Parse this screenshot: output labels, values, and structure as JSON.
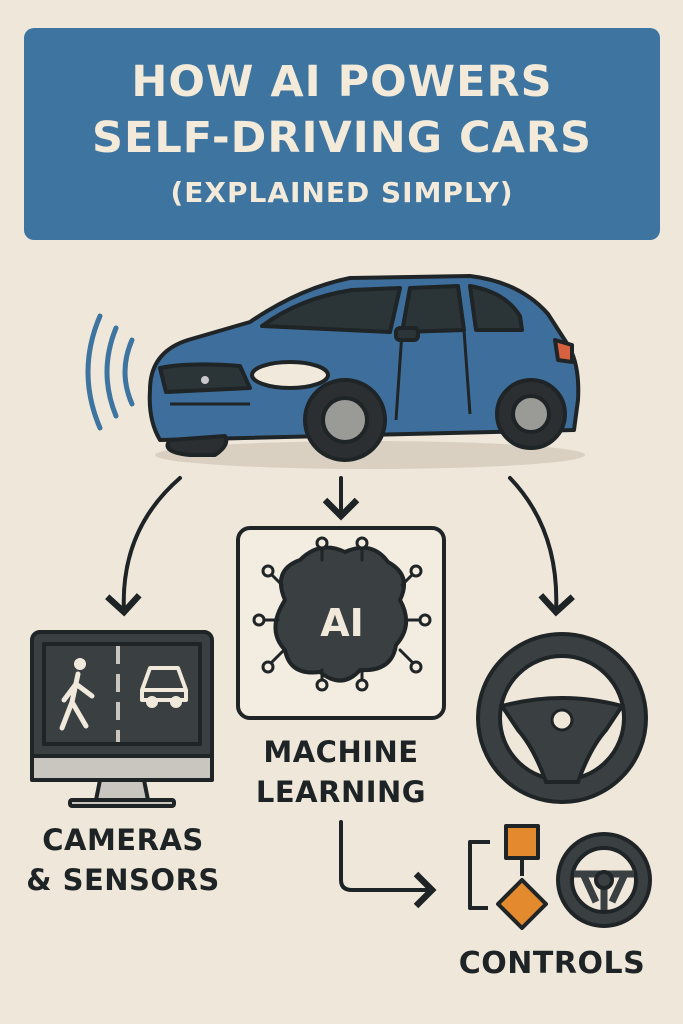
{
  "title": {
    "line1": "HOW AI POWERS",
    "line2": "SELF-DRIVING CARS",
    "line3": "(EXPLAINED SIMPLY)"
  },
  "nodes": {
    "cameras": {
      "label": "CAMERAS\n& SENSORS",
      "icon": "monitor-icon"
    },
    "machine_learning": {
      "label": "MACHINE\nLEARNING",
      "chip_text": "AI",
      "icon": "ai-brain-chip-icon"
    },
    "controls": {
      "label": "CONTROLS",
      "icon": "steering-wheel-icon"
    }
  },
  "icons": [
    "car-icon",
    "signal-waves-icon",
    "pedestrian-icon",
    "small-car-icon",
    "flowchart-icon",
    "steering-wheel-icon"
  ],
  "colors": {
    "background": "#efe7da",
    "banner": "#3d74a0",
    "car_body": "#3e6f9c",
    "dark": "#2b2f31",
    "accent_orange": "#e38a2f"
  }
}
